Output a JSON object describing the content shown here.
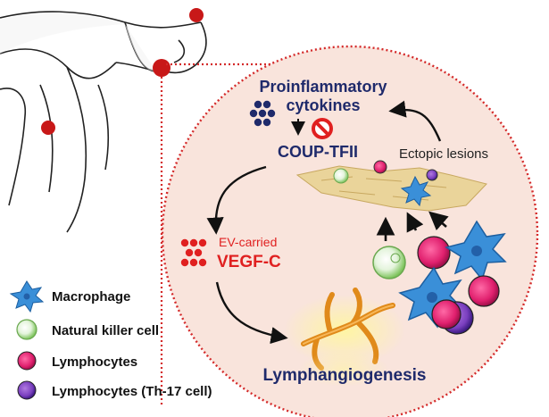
{
  "diagram": {
    "labels": {
      "proinflammatory_line1": "Proinflammatory",
      "proinflammatory_line2": "cytokines",
      "coup": "COUP-TFII",
      "ectopic": "Ectopic lesions",
      "ev_carried": "EV-carried",
      "vegf": "VEGF-C",
      "lymphangiogenesis": "Lymphangiogenesis"
    }
  },
  "legend": {
    "items": [
      {
        "label": "Macrophage",
        "icon": "macrophage-icon",
        "color": "#3a8fd8"
      },
      {
        "label": "Natural killer cell",
        "icon": "nk-cell-icon",
        "color": "#8fd070"
      },
      {
        "label": "Lymphocytes",
        "icon": "lymphocyte-icon",
        "color": "#e0206e"
      },
      {
        "label": "Lymphocytes (Th-17 cell)",
        "icon": "th17-cell-icon",
        "color": "#7a3fbf"
      }
    ]
  },
  "colors": {
    "circle_fill": "#f9e4dc",
    "dotted_red": "#d42a2a",
    "navy_text": "#1f2a6b",
    "red_text": "#e02020",
    "lymph_vessel": "#e08a1a",
    "lesion_fill": "#ead49a"
  }
}
